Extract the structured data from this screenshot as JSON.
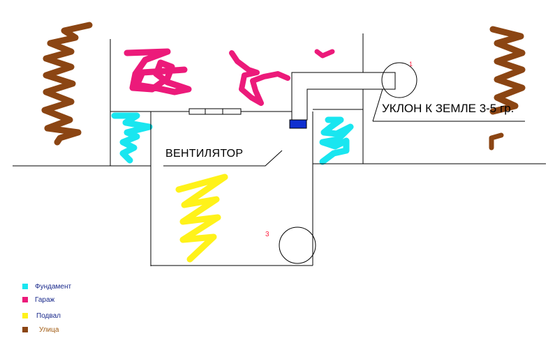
{
  "diagram": {
    "label_ventilator": "ВЕНТИЛЯТОР",
    "label_slope": "УКЛОН К ЗЕМЛЕ 3-5 гр.",
    "marker_1": "1",
    "marker_3": "3"
  },
  "legend": {
    "items": [
      {
        "label": "Фундамент",
        "color": "#19e6f0",
        "text_color": "#1a2a8c"
      },
      {
        "label": "Гараж",
        "color": "#ec1a7a",
        "text_color": "#1a2a8c"
      },
      {
        "label": "Подвал",
        "color": "#fff21a",
        "text_color": "#1a2a8c"
      },
      {
        "label": "Улица",
        "color": "#8b4513",
        "text_color": "#a05a10"
      }
    ]
  },
  "colors": {
    "foundation": "#19e6f0",
    "garage": "#ec1a7a",
    "basement": "#fff21a",
    "street": "#8b4513",
    "vent_outlet": "#1030d0",
    "lines": "#000000"
  }
}
